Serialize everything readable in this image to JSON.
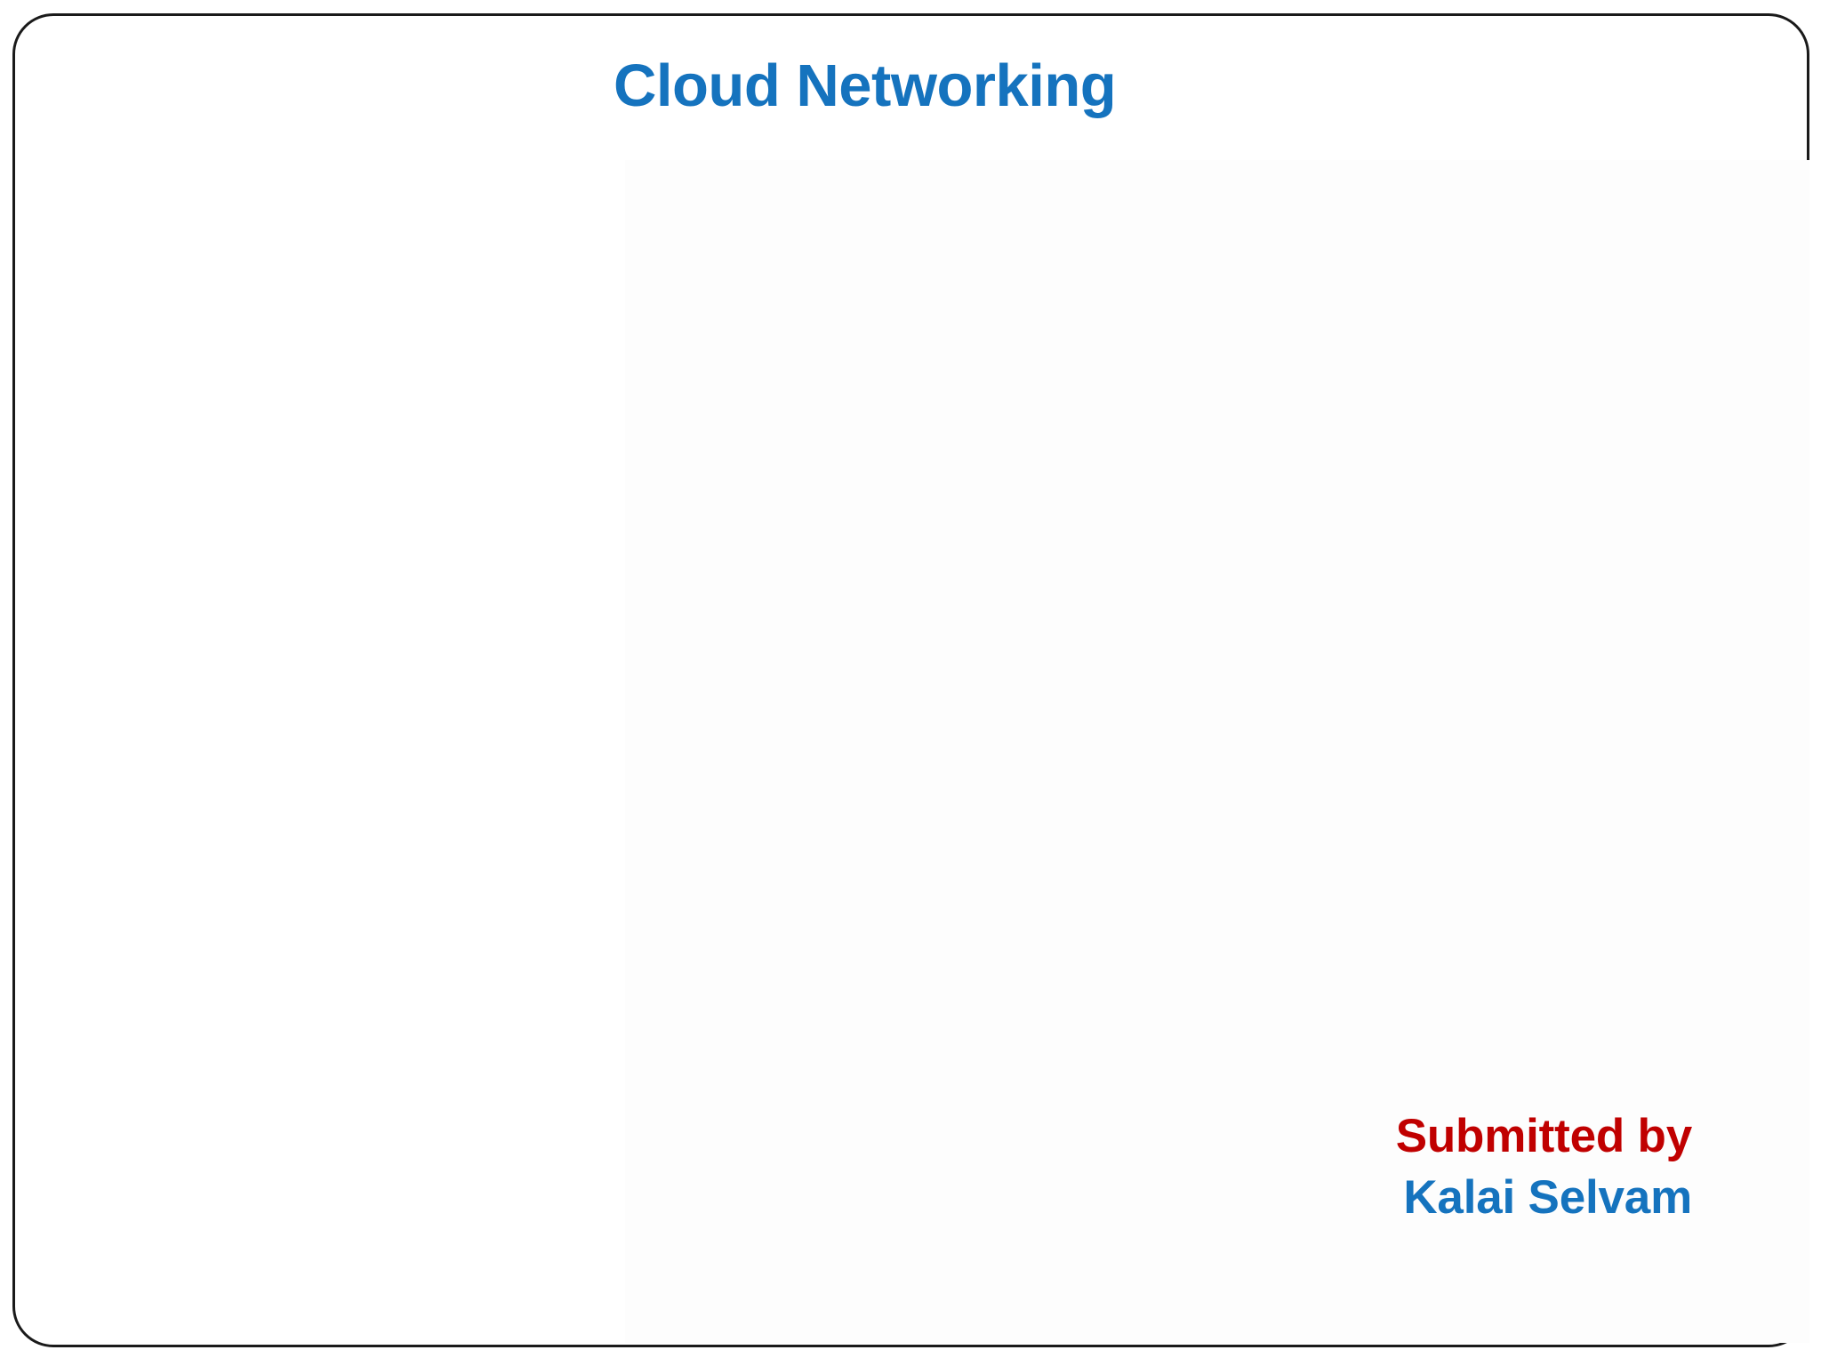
{
  "slide": {
    "title": "Cloud Networking",
    "title_color": "#1573BE",
    "background_color": "#FFFFFF",
    "border_color": "#1A1A1A",
    "content_placeholder_color": "#FDFDFD",
    "body_text": "",
    "credit": {
      "submitted_label": "Submitted by",
      "submitted_color": "#C00000",
      "author_name": "Kalai Selvam",
      "author_color": "#1573BE"
    }
  }
}
